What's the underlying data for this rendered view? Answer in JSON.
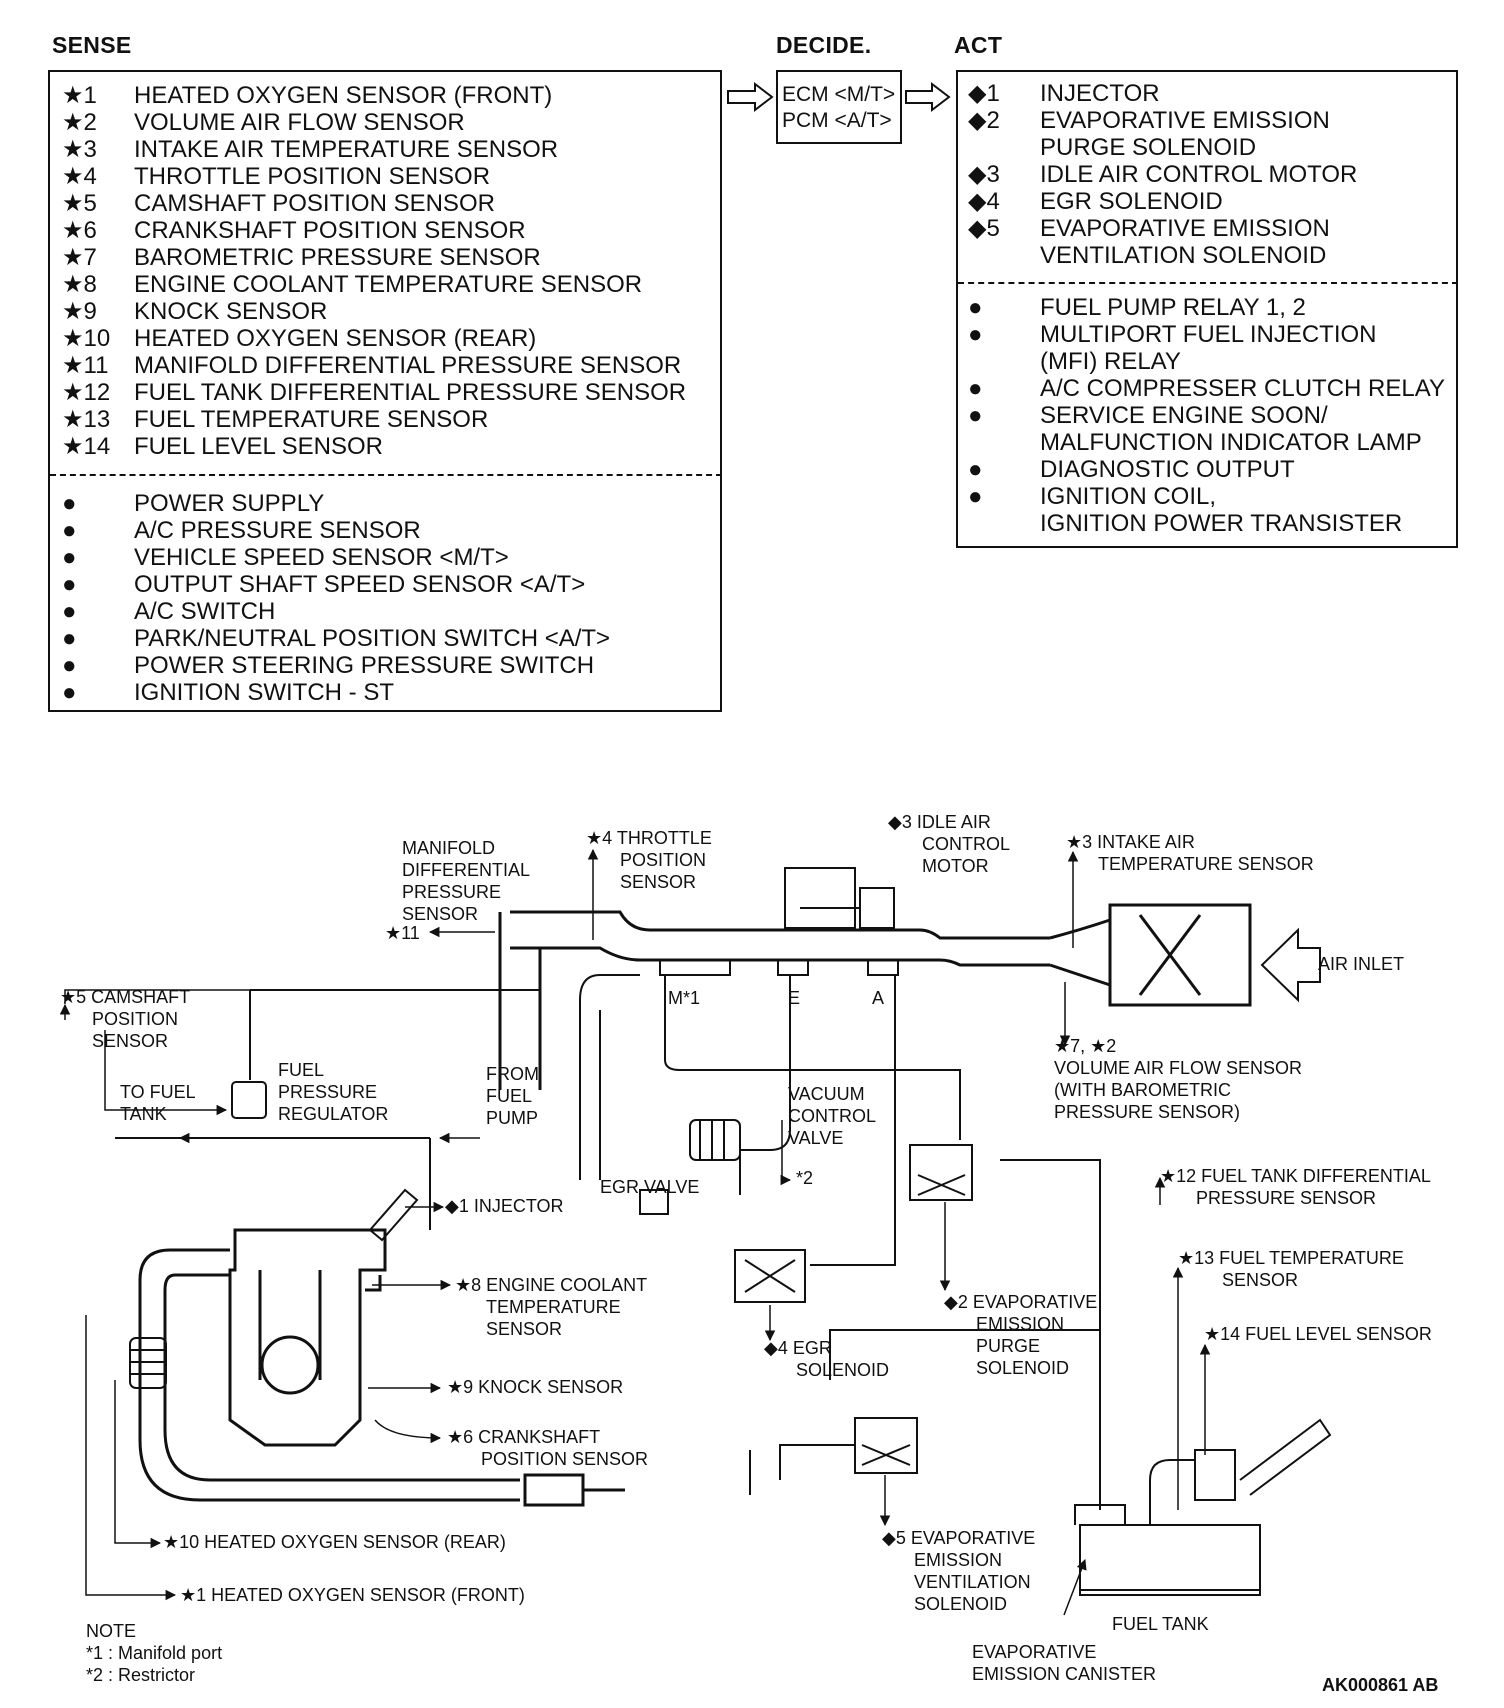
{
  "headers": {
    "sense": "SENSE",
    "decide": "DECIDE.",
    "act": "ACT"
  },
  "sense": {
    "items": [
      {
        "mark": "★1",
        "text": "HEATED OXYGEN SENSOR (FRONT)"
      },
      {
        "mark": "★2",
        "text": "VOLUME AIR FLOW SENSOR"
      },
      {
        "mark": "★3",
        "text": "INTAKE AIR TEMPERATURE SENSOR"
      },
      {
        "mark": "★4",
        "text": "THROTTLE POSITION SENSOR"
      },
      {
        "mark": "★5",
        "text": "CAMSHAFT POSITION SENSOR"
      },
      {
        "mark": "★6",
        "text": "CRANKSHAFT POSITION SENSOR"
      },
      {
        "mark": "★7",
        "text": "BAROMETRIC PRESSURE SENSOR"
      },
      {
        "mark": "★8",
        "text": "ENGINE COOLANT TEMPERATURE SENSOR"
      },
      {
        "mark": "★9",
        "text": "KNOCK SENSOR"
      },
      {
        "mark": "★10",
        "text": "HEATED OXYGEN SENSOR (REAR)"
      },
      {
        "mark": "★11",
        "text": "MANIFOLD DIFFERENTIAL PRESSURE SENSOR"
      },
      {
        "mark": "★12",
        "text": "FUEL TANK DIFFERENTIAL PRESSURE SENSOR"
      },
      {
        "mark": "★13",
        "text": "FUEL TEMPERATURE SENSOR"
      },
      {
        "mark": "★14",
        "text": "FUEL LEVEL SENSOR"
      }
    ],
    "other": [
      {
        "mark": "●",
        "text": "POWER SUPPLY"
      },
      {
        "mark": "●",
        "text": "A/C PRESSURE SENSOR"
      },
      {
        "mark": "●",
        "text": "VEHICLE SPEED SENSOR  <M/T>"
      },
      {
        "mark": "●",
        "text": "OUTPUT SHAFT SPEED SENSOR <A/T>"
      },
      {
        "mark": "●",
        "text": "A/C SWITCH"
      },
      {
        "mark": "●",
        "text": "PARK/NEUTRAL POSITION SWITCH <A/T>"
      },
      {
        "mark": "●",
        "text": "POWER STEERING PRESSURE SWITCH"
      },
      {
        "mark": "●",
        "text": "IGNITION SWITCH - ST"
      }
    ]
  },
  "decide": {
    "line1": "ECM <M/T>",
    "line2": "PCM <A/T>"
  },
  "act": {
    "items": [
      {
        "mark": "◆1",
        "text": "INJECTOR"
      },
      {
        "mark": "◆2",
        "text": "EVAPORATIVE EMISSION"
      },
      {
        "mark": "",
        "text": "PURGE SOLENOID"
      },
      {
        "mark": "◆3",
        "text": "IDLE AIR CONTROL MOTOR"
      },
      {
        "mark": "◆4",
        "text": "EGR SOLENOID"
      },
      {
        "mark": "◆5",
        "text": "EVAPORATIVE EMISSION"
      },
      {
        "mark": "",
        "text": "VENTILATION SOLENOID"
      }
    ],
    "other": [
      {
        "mark": "●",
        "text": "FUEL PUMP RELAY 1, 2"
      },
      {
        "mark": "●",
        "text": "MULTIPORT FUEL INJECTION"
      },
      {
        "mark": "",
        "text": "(MFI) RELAY"
      },
      {
        "mark": "●",
        "text": "A/C COMPRESSER CLUTCH RELAY"
      },
      {
        "mark": "●",
        "text": "SERVICE ENGINE SOON/"
      },
      {
        "mark": "",
        "text": "MALFUNCTION INDICATOR LAMP"
      },
      {
        "mark": "●",
        "text": "DIAGNOSTIC OUTPUT"
      },
      {
        "mark": "●",
        "text": "IGNITION COIL,"
      },
      {
        "mark": "",
        "text": "IGNITION POWER TRANSISTER"
      }
    ]
  },
  "diagram": {
    "labels": {
      "manifold_sensor": [
        "MANIFOLD",
        "DIFFERENTIAL",
        "PRESSURE",
        "SENSOR"
      ],
      "star11": "★11",
      "throttle": [
        "★4 THROTTLE",
        "POSITION",
        "SENSOR"
      ],
      "idle_air": [
        "◆3 IDLE AIR",
        "CONTROL",
        "MOTOR"
      ],
      "intake_air": [
        "★3 INTAKE AIR",
        "TEMPERATURE SENSOR"
      ],
      "air_inlet": "AIR INLET",
      "camshaft": [
        "★5 CAMSHAFT",
        "POSITION",
        "SENSOR"
      ],
      "port_m": "M*1",
      "port_e": "E",
      "port_a": "A",
      "vaf": [
        "★7,  ★2",
        "VOLUME AIR FLOW SENSOR",
        "(WITH BAROMETRIC",
        "PRESSURE SENSOR)"
      ],
      "fuel_pressure_regulator": [
        "FUEL",
        "PRESSURE",
        "REGULATOR"
      ],
      "to_fuel_tank": [
        "TO FUEL",
        "TANK"
      ],
      "from_fuel_pump": [
        "FROM",
        "FUEL",
        "PUMP"
      ],
      "vacuum_control_valve": [
        "VACUUM",
        "CONTROL",
        "VALVE"
      ],
      "egr_valve": "EGR VALVE",
      "restrictor_mark": "*2",
      "injector": "◆1 INJECTOR",
      "fuel_tank_diff": [
        "★12 FUEL TANK DIFFERENTIAL",
        "PRESSURE SENSOR"
      ],
      "coolant": [
        "★8 ENGINE COOLANT",
        "TEMPERATURE",
        "SENSOR"
      ],
      "fuel_temp": [
        "★13 FUEL TEMPERATURE",
        "SENSOR"
      ],
      "egr_solenoid": [
        "◆4 EGR",
        "SOLENOID"
      ],
      "purge_solenoid": [
        "◆2 EVAPORATIVE",
        "EMISSION",
        "PURGE",
        "SOLENOID"
      ],
      "fuel_level": "★14 FUEL LEVEL SENSOR",
      "knock": "★9 KNOCK SENSOR",
      "crankshaft": [
        "★6 CRANKSHAFT",
        "POSITION SENSOR"
      ],
      "o2_rear": "★10 HEATED OXYGEN SENSOR (REAR)",
      "o2_front": "★1 HEATED OXYGEN SENSOR (FRONT)",
      "vent_solenoid": [
        "◆5 EVAPORATIVE",
        "EMISSION",
        "VENTILATION",
        "SOLENOID"
      ],
      "fuel_tank": "FUEL TANK",
      "canister": [
        "EVAPORATIVE",
        "EMISSION CANISTER"
      ]
    },
    "note": [
      "NOTE",
      "*1 : Manifold port",
      "*2 : Restrictor"
    ],
    "figure_code": "AK000861 AB"
  }
}
